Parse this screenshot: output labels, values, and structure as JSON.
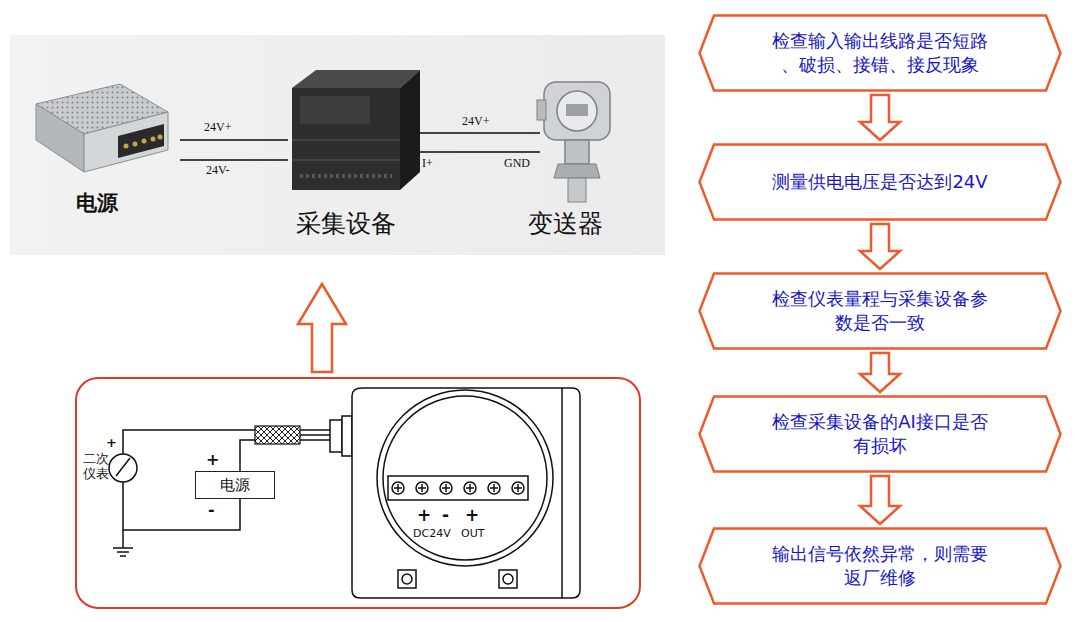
{
  "diagram": {
    "nodes": [
      {
        "text": [
          "检查输入输出线路是否短路、破损、接错、接反现象"
        ]
      },
      {
        "text": [
          "测量供电电压是否达到24V"
        ]
      },
      {
        "text": [
          "检查仪表量程与采集设备参数是否一致"
        ]
      },
      {
        "text": [
          "检查采集设备的AI接口是否有损坏"
        ]
      },
      {
        "text": [
          "输出信号依然异常，则需要返厂维修"
        ]
      },
      {
        "text": [
          "电源"
        ]
      }
    ],
    "edges": [
      {
        "from": 0,
        "to": 1,
        "arrow": "to"
      },
      {
        "from": 1,
        "to": 2,
        "arrow": "to"
      },
      {
        "from": 2,
        "to": 3,
        "arrow": "to"
      },
      {
        "from": 3,
        "to": 4,
        "arrow": "to"
      }
    ],
    "labels": [
      "电源",
      "采集设备",
      "变送器",
      "24V+",
      "24V-",
      "24V+",
      "I+",
      "GND",
      "二次仪表",
      "+",
      "+",
      "-",
      "+",
      "-",
      "+",
      "DC24V",
      "OUT"
    ]
  }
}
